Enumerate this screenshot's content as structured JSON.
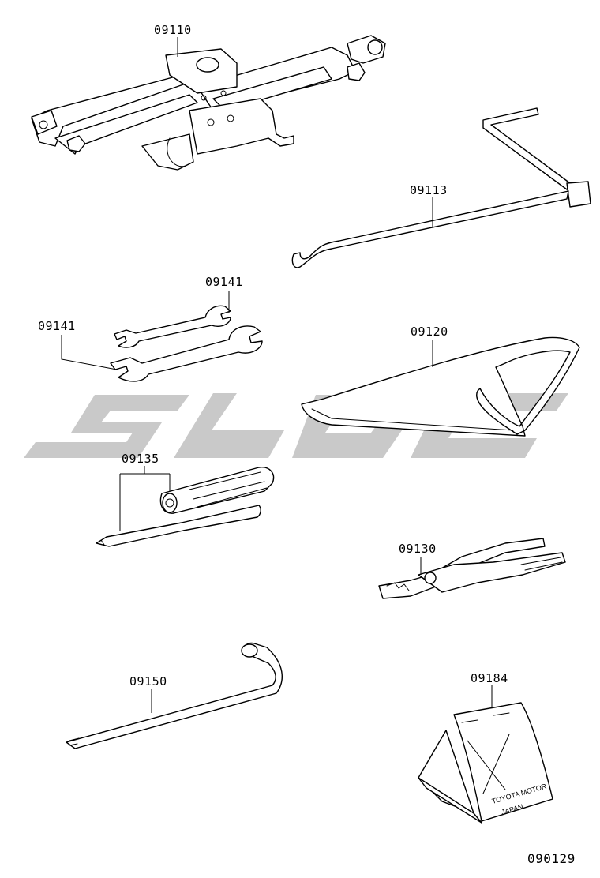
{
  "parts": [
    {
      "id": "jack",
      "label": "09110",
      "icon": "scissor-jack-icon"
    },
    {
      "id": "jack-handle",
      "label": "09113",
      "icon": "jack-handle-icon"
    },
    {
      "id": "wrench-small",
      "label": "09141",
      "icon": "open-end-wrench-icon"
    },
    {
      "id": "wrench-large",
      "label": "09141",
      "icon": "open-end-wrench-icon"
    },
    {
      "id": "tool-bag",
      "label": "09120",
      "icon": "tool-bag-icon"
    },
    {
      "id": "screwdriver",
      "label": "09135",
      "icon": "screwdriver-icon"
    },
    {
      "id": "pliers",
      "label": "09130",
      "icon": "pliers-icon"
    },
    {
      "id": "wheel-nut-wrench",
      "label": "09150",
      "icon": "lug-wrench-icon"
    },
    {
      "id": "wheel-chock",
      "label": "09184",
      "icon": "wheel-chock-icon"
    }
  ],
  "chock_stamp": [
    "TOYOTA MOTOR",
    "JAPAN"
  ],
  "figure_id": "090129",
  "watermark": {
    "text": "SLGC",
    "color": "#c9c9c9"
  }
}
